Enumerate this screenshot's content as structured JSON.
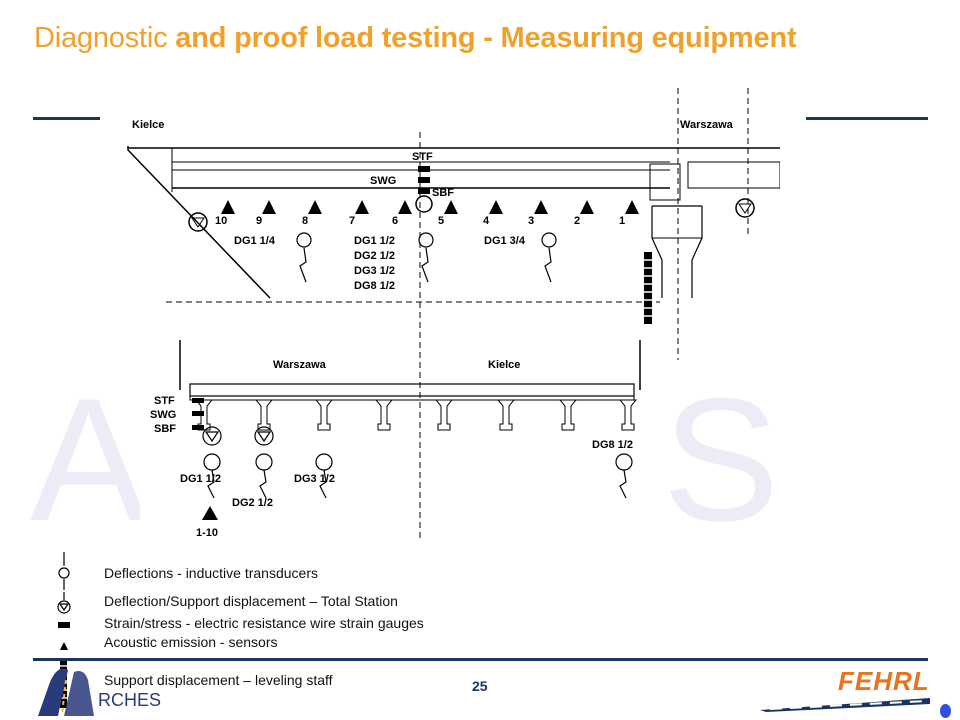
{
  "title": {
    "light": "Diagnostic ",
    "bold": "and proof load testing - Measuring equipment"
  },
  "watermark": "ARCHES",
  "diagram_top": {
    "left_label": "Kielce",
    "right_label": "Warszawa",
    "stf": "STF",
    "swg": "SWG",
    "sbf": "SBF",
    "positions": [
      "10",
      "9",
      "8",
      "7",
      "6",
      "5",
      "4",
      "3",
      "2",
      "1"
    ],
    "dg_left": "DG1 1/4",
    "dg_mid": [
      "DG1 1/2",
      "DG2 1/2",
      "DG3 1/2",
      "DG8 1/2"
    ],
    "dg_right": "DG1 3/4"
  },
  "diagram_bottom": {
    "left_label": "Warszawa",
    "right_label": "Kielce",
    "stf": "STF",
    "swg": "SWG",
    "sbf": "SBF",
    "dg1": "DG1 1/2",
    "dg2": "DG2 1/2",
    "dg3": "DG3 1/2",
    "dg8": "DG8 1/2",
    "staff": "1-10"
  },
  "legend": [
    {
      "icon": "transducer-icon",
      "text": "Deflections - inductive transducers"
    },
    {
      "icon": "total-station-icon",
      "text": "Deflection/Support displacement – Total Station"
    },
    {
      "icon": "strain-gauge-icon",
      "text": "Strain/stress - electric resistance wire strain gauges"
    },
    {
      "icon": "acoustic-sensor-icon",
      "text": "Acoustic emission - sensors"
    },
    {
      "icon": "leveling-staff-icon",
      "text": "Support displacement – leveling staff"
    }
  ],
  "footer": {
    "page_number": "25",
    "logo_left": "RCHES",
    "logo_right": "FEHRL"
  },
  "colors": {
    "title_orange": "#f0a12c",
    "rule_navy": "#1a3460",
    "fehrl_orange": "#e9731c"
  }
}
